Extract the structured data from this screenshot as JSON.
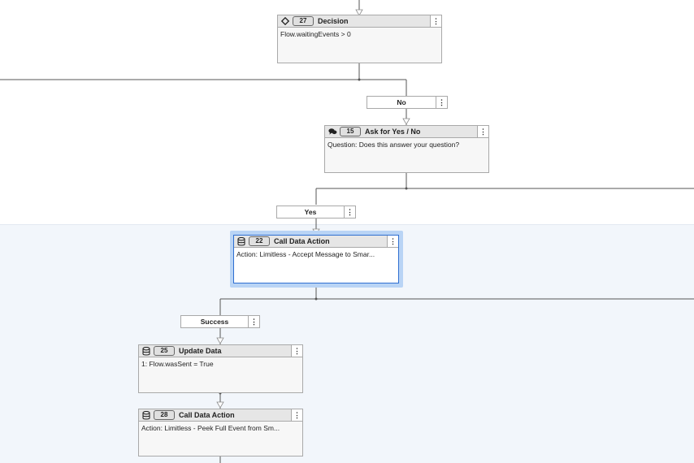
{
  "nodes": {
    "decision": {
      "step": "27",
      "title": "Decision",
      "body": "Flow.waitingEvents > 0",
      "icon": "diamond-icon"
    },
    "ask": {
      "step": "15",
      "title": "Ask for Yes / No",
      "body": "Question: Does this answer your question?",
      "icon": "chat-bubbles-icon"
    },
    "call_data_action_1": {
      "step": "22",
      "title": "Call Data Action",
      "body": "Action: Limitless - Accept Message to Smar...",
      "icon": "database-icon"
    },
    "update_data": {
      "step": "25",
      "title": "Update Data",
      "body": "1: Flow.wasSent = True",
      "icon": "database-icon"
    },
    "call_data_action_2": {
      "step": "28",
      "title": "Call Data Action",
      "body": "Action: Limitless - Peek Full Event from Sm...",
      "icon": "database-icon"
    }
  },
  "outcomes": {
    "no": "No",
    "yes": "Yes",
    "success": "Success"
  },
  "menu_glyph": "⋮",
  "colors": {
    "selection_border": "#2f6fd1",
    "selection_halo": "#b9d4f5",
    "band_background": "#f2f6fb",
    "connector": "#555555"
  }
}
